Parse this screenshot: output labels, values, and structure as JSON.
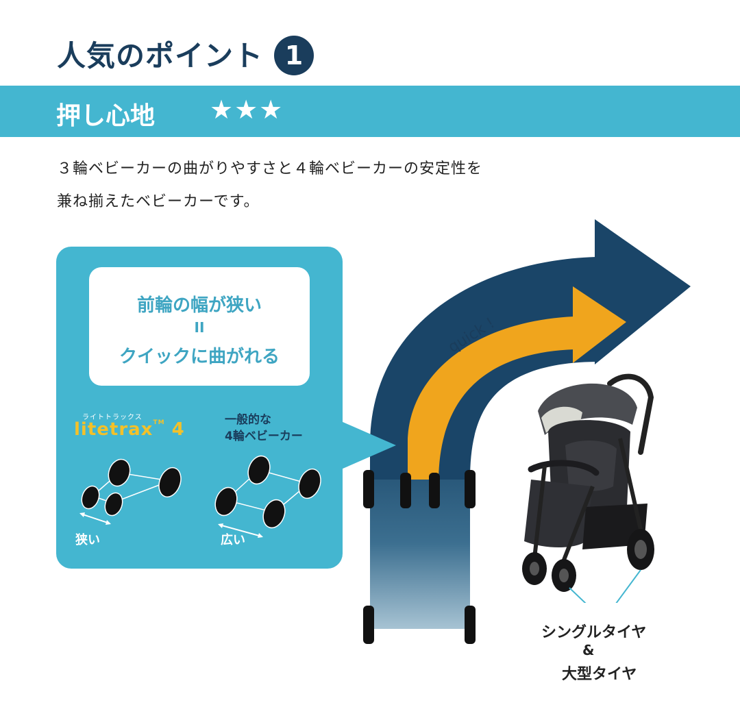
{
  "heading": {
    "text": "人気のポイント",
    "badge": "1"
  },
  "banner": {
    "label": "押し心地",
    "stars": "★★★",
    "rating": 3
  },
  "description": {
    "line1": "３輪ベビーカーの曲がりやすさと４輪ベビーカーの安定性を",
    "line2": "兼ね揃えたベビーカーです。"
  },
  "callout": {
    "line1": "前輪の幅が狭い",
    "equals": "II",
    "line2": "クイックに曲がれる"
  },
  "litetrax": {
    "ruby": "ライトトラックス",
    "brand": "litetrax",
    "tm": "TM",
    "model": "4",
    "width_label": "狭い"
  },
  "generic": {
    "line1": "一般的な",
    "line2": "4輪ベビーカー",
    "width_label": "広い"
  },
  "arrow": {
    "label": "quick !"
  },
  "tires": {
    "line1": "シングルタイヤ",
    "line2": "&",
    "line3": "大型タイヤ"
  },
  "colors": {
    "navy": "#1a3d5c",
    "teal": "#44b6d0",
    "orange": "#f0a51d",
    "yellow": "#f3c129"
  }
}
